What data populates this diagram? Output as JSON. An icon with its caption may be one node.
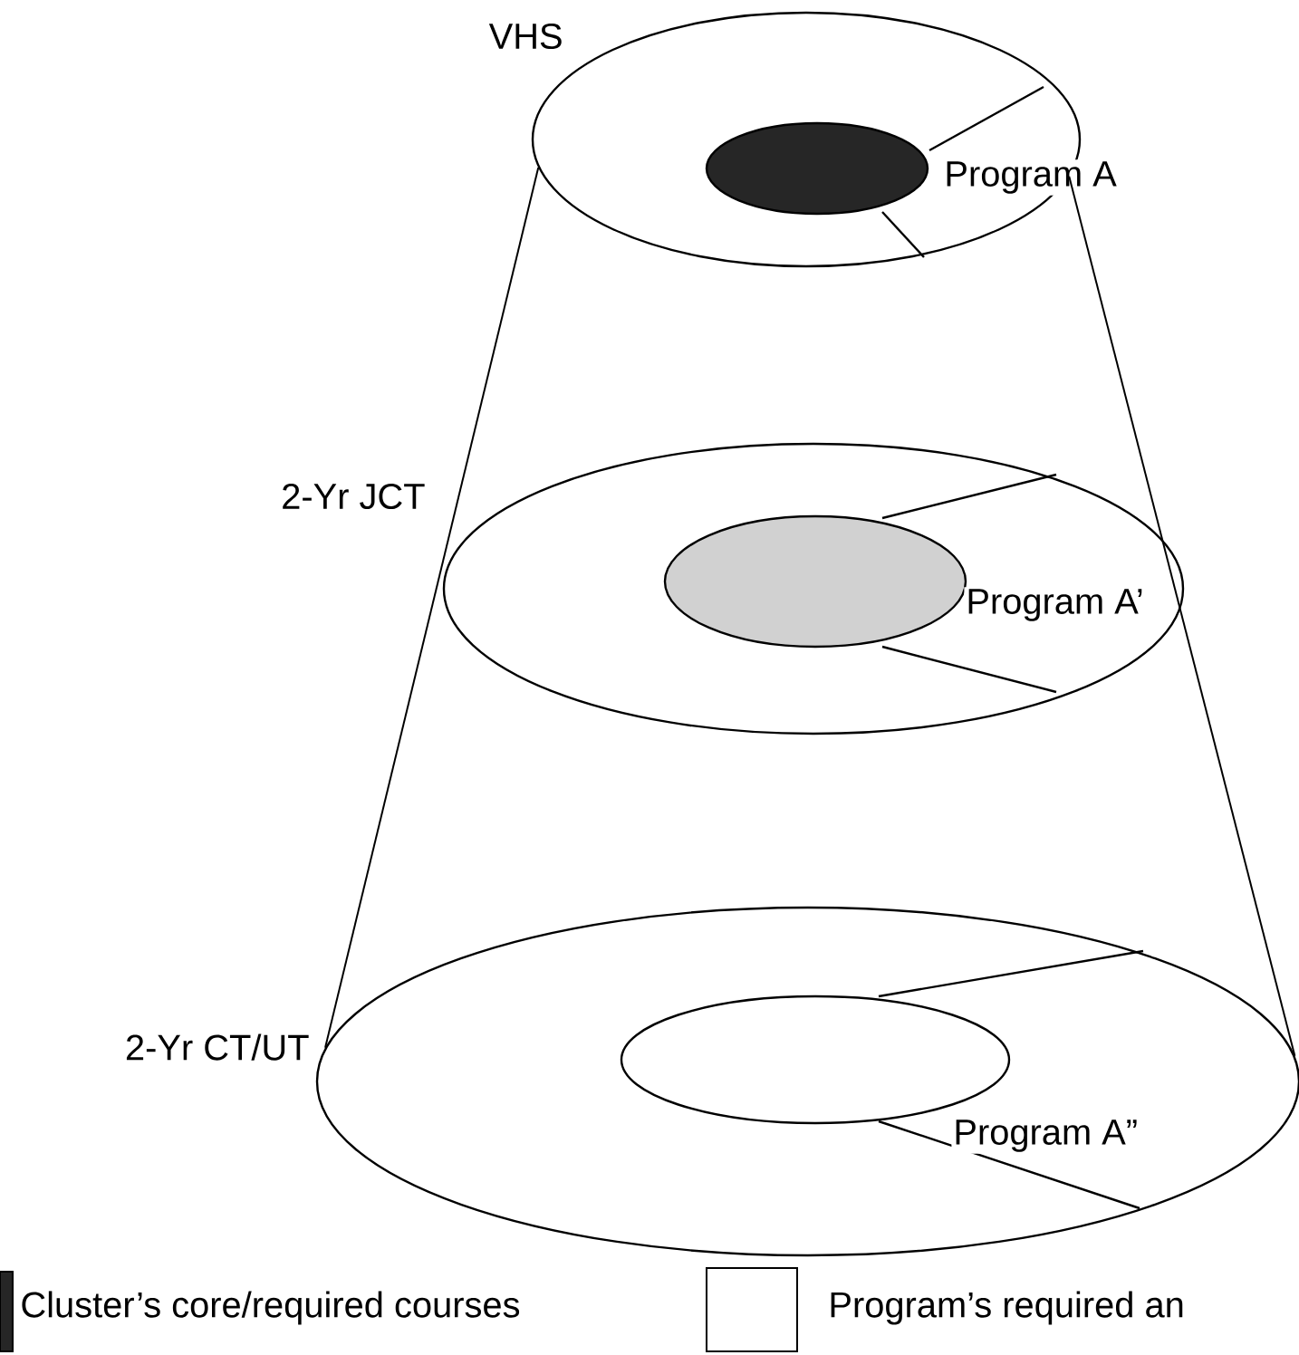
{
  "diagram": {
    "nodes": [
      {
        "text": [
          "VHS"
        ]
      },
      {
        "text": [],
        "shape": "ellipse",
        "in": 0,
        "beside": [
          "Program A"
        ]
      },
      {
        "text": [
          "2-Yr JCT"
        ]
      },
      {
        "text": [],
        "shape": "ellipse",
        "in": 2,
        "beside": [
          "Program A’"
        ]
      },
      {
        "text": [
          "2-Yr CT/UT"
        ]
      },
      {
        "text": [],
        "shape": "ellipse",
        "in": 4,
        "beside": [
          "Program A”"
        ]
      }
    ],
    "edges": [
      {
        "from": 0,
        "to": 4,
        "arrow": "none"
      },
      {
        "from": 0,
        "to": 4,
        "arrow": "none"
      }
    ],
    "legend": [
      {
        "text": "Cluster’s core/required courses",
        "color": "#262626"
      },
      {
        "text": "Program’s required an"
      }
    ]
  }
}
